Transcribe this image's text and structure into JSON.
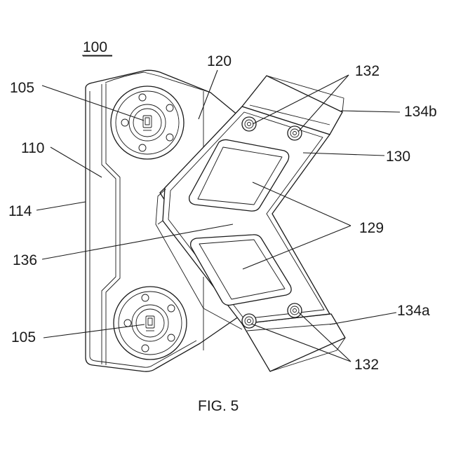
{
  "figure": {
    "caption": "FIG. 5",
    "labels": {
      "assembly": "100",
      "body": "110",
      "edge": "114",
      "plate": "120",
      "insert": "130",
      "windows": "129",
      "fasteners_top": "132",
      "fasteners_bottom": "132",
      "lip_top": "134b",
      "lip_bottom": "134a",
      "channel": "136",
      "port_top": "105",
      "port_bottom": "105"
    }
  }
}
